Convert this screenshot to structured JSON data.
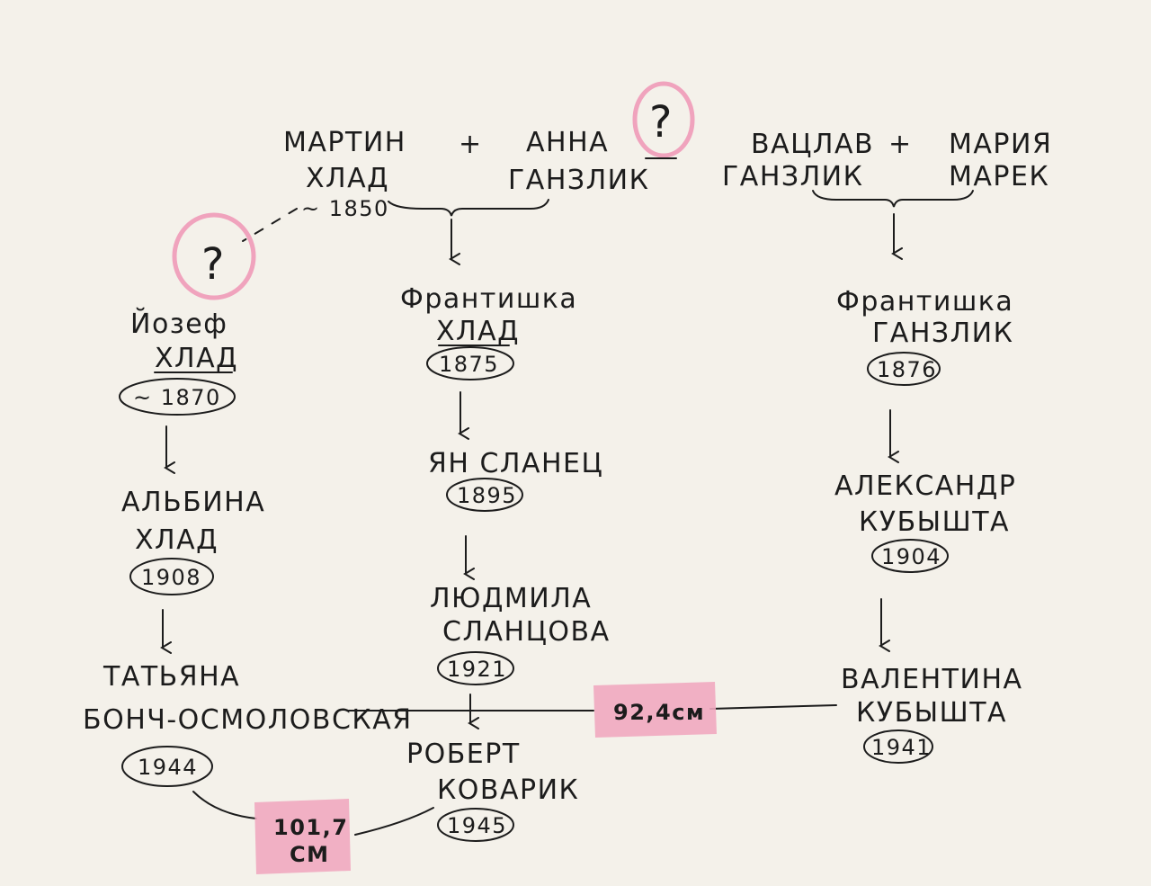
{
  "top": {
    "p1_first": "МАРТИН",
    "p1_last": "ХЛАД",
    "p1_year": "~ 1850",
    "plus1": "+",
    "p2_first": "АННА",
    "p2_last": "ГАНЗЛИК",
    "unknown_mark": "?",
    "p3_first": "ВАЦЛАВ",
    "p3_last": "ГАНЗЛИК",
    "plus2": "+",
    "p4_first": "МАРИЯ",
    "p4_last": "МАРЕК"
  },
  "left": {
    "unknown_mark": "?",
    "g1": {
      "name1": "Йозеф",
      "name2": "ХЛАД",
      "year": "~ 1870"
    },
    "g2": {
      "name1": "АЛЬБИНА",
      "name2": "ХЛАД",
      "year": "1908"
    },
    "g3": {
      "name1": "ТАТЬЯНА",
      "name2": "БОНЧ-ОСМОЛОВСКАЯ",
      "year": "1944"
    }
  },
  "middle": {
    "g1": {
      "name1": "Франтишка",
      "name2": "ХЛАД",
      "year": "1875"
    },
    "g2": {
      "name1": "ЯН СЛАНЕЦ",
      "year": "1895"
    },
    "g3": {
      "name1": "ЛЮДМИЛА",
      "name2": "СЛАНЦОВА",
      "year": "1921"
    },
    "g4": {
      "name1": "РОБЕРТ",
      "name2": "КОВАРИК",
      "year": "1945"
    }
  },
  "right": {
    "g1": {
      "name1": "Франтишка",
      "name2": "ГАНЗЛИК",
      "year": "1876"
    },
    "g2": {
      "name1": "АЛЕКСАНДР",
      "name2": "КУБЫШТА",
      "year": "1904"
    },
    "g3": {
      "name1": "ВАЛЕНТИНА",
      "name2": "КУБЫШТА",
      "year": "1941"
    }
  },
  "measurements": {
    "m1": "92,4см",
    "m2_line1": "101,7",
    "m2_line2": "СМ"
  },
  "colors": {
    "ink": "#1c1c1c",
    "highlight": "#f1a9c0",
    "paper": "#f4f1ea"
  }
}
